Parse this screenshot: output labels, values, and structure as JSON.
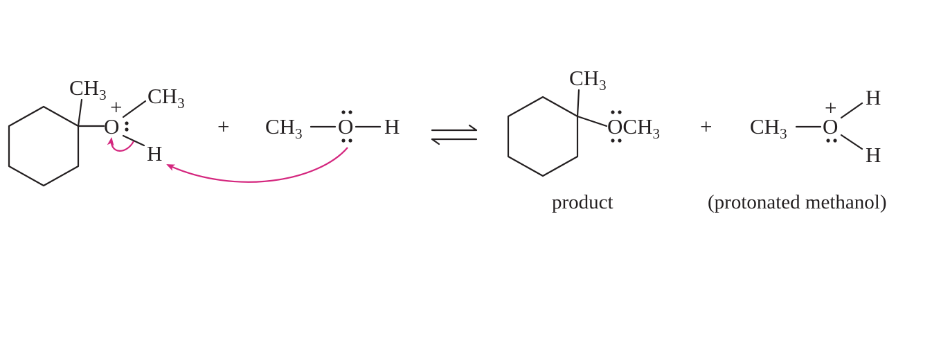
{
  "reactant": {
    "methyl_label": "CH",
    "methyl_sub": "3",
    "oxygen_label": "O",
    "charge": "+",
    "o_methyl_label": "CH",
    "o_methyl_sub": "3",
    "hydrogen_label": "H"
  },
  "plus_1": "+",
  "methanol": {
    "methyl_label": "CH",
    "methyl_sub": "3",
    "oxygen_label": "O",
    "hydrogen_label": "H"
  },
  "product": {
    "methyl_label": "CH",
    "methyl_sub": "3",
    "ether_label": "OCH",
    "ether_sub": "3",
    "caption": "product"
  },
  "plus_2": "+",
  "protonated_methanol": {
    "methyl_label": "CH",
    "methyl_sub": "3",
    "oxygen_label": "O",
    "charge": "+",
    "hydrogen_top_label": "H",
    "hydrogen_bottom_label": "H",
    "caption": "(protonated methanol)"
  },
  "colors": {
    "ink": "#231f20",
    "arrow": "#d4267e"
  }
}
